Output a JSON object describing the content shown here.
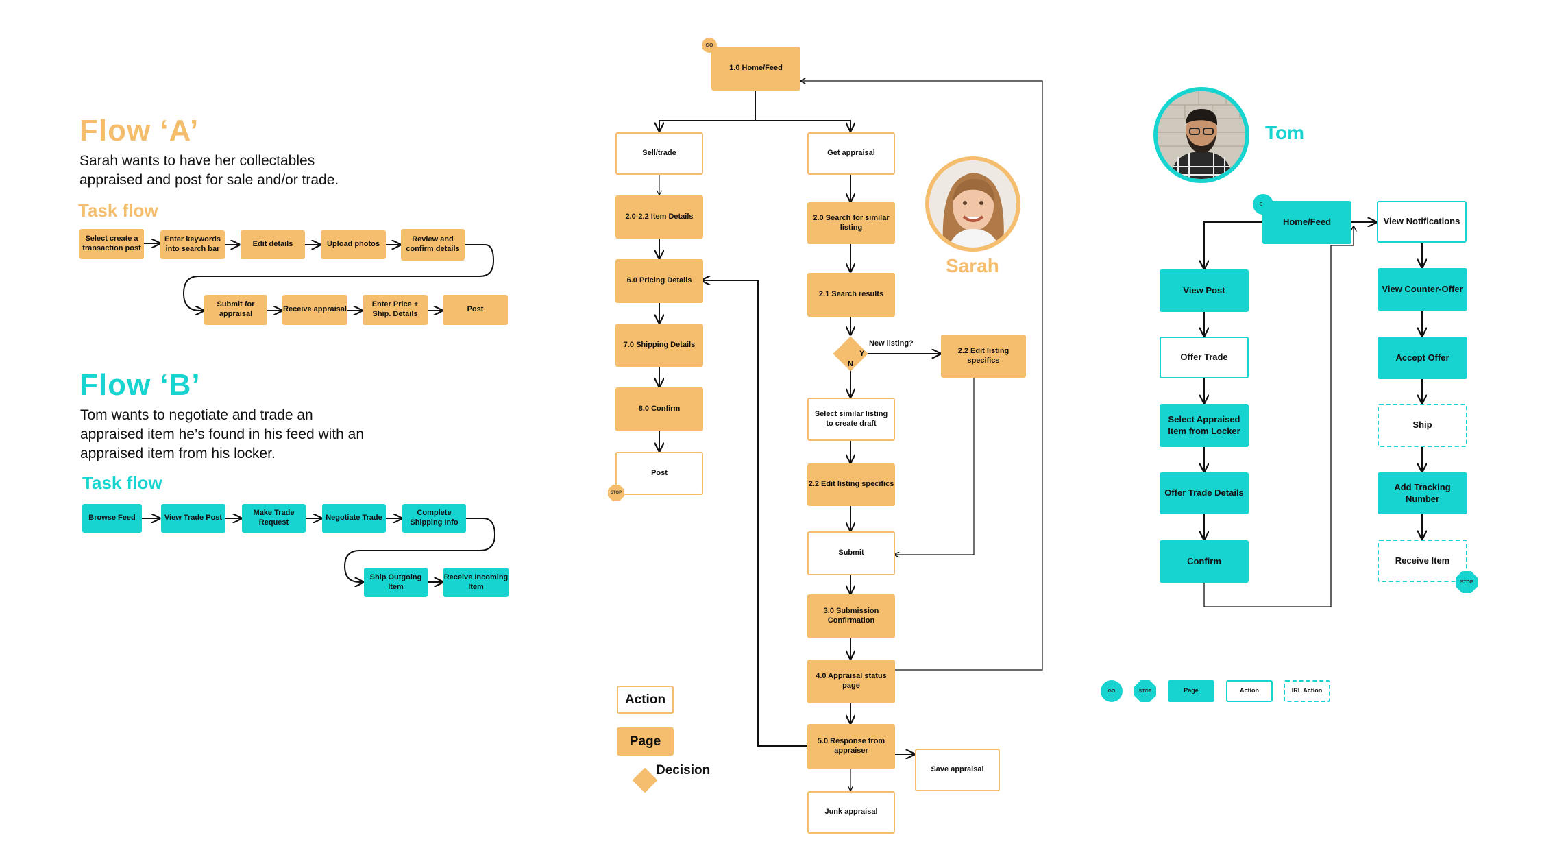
{
  "colors": {
    "orange": "#F5BE6E",
    "teal": "#18D4D0",
    "line": "#111111"
  },
  "flowA": {
    "title": "Flow ‘A’",
    "description": [
      "Sarah wants to have her collectables",
      "appraised and post for sale and/or trade."
    ],
    "taskflow_label": "Task flow",
    "steps": [
      "Select create a transaction post",
      "Enter keywords into search bar",
      "Edit details",
      "Upload photos",
      "Review and confirm details",
      "Submit for appraisal",
      "Receive appraisal",
      "Enter Price + Ship. Details",
      "Post"
    ]
  },
  "flowB": {
    "title": "Flow ‘B’",
    "description": [
      "Tom wants to negotiate and trade an",
      "appraised item he’s found in his feed with an",
      "appraised item from his locker."
    ],
    "taskflow_label": "Task flow",
    "steps": [
      "Browse Feed",
      "View Trade Post",
      "Make Trade Request",
      "Negotiate Trade",
      "Complete Shipping Info",
      "Ship Outgoing Item",
      "Receive Incoming Item"
    ]
  },
  "sarah": {
    "name": "Sarah",
    "go": "GO",
    "stop": "STOP",
    "home": "1.0 Home/Feed",
    "sell": "Sell/trade",
    "item_details": "2.0-2.2 Item Details",
    "pricing": "6.0 Pricing Details",
    "shipping": "7.0 Shipping Details",
    "confirm": "8.0 Confirm",
    "post": "Post",
    "get_appraisal": "Get appraisal",
    "search_similar": "2.0 Search for similar listing",
    "search_results": "2.1 Search results",
    "decision": "New listing?",
    "yes": "Y",
    "no": "N",
    "edit_specifics_right": "2.2 Edit listing specifics",
    "select_similar": "Select similar listing to create draft",
    "edit_specifics": "2.2 Edit listing specifics",
    "submit": "Submit",
    "submission_conf": "3.0 Submission Confirmation",
    "appraisal_status": "4.0 Appraisal status page",
    "response": "5.0 Response from appraiser",
    "save": "Save appraisal",
    "junk": "Junk appraisal"
  },
  "legend_orange": {
    "action": "Action",
    "page": "Page",
    "decision": "Decision"
  },
  "tom": {
    "name": "Tom",
    "go": "GO",
    "stop": "STOP",
    "home": "Home/Feed",
    "view_post": "View Post",
    "offer_trade": "Offer Trade",
    "select_appraised": "Select Appraised Item from Locker",
    "offer_details": "Offer Trade Details",
    "confirm": "Confirm",
    "view_notifications": "View Notifications",
    "view_counter": "View Counter-Offer",
    "accept": "Accept Offer",
    "ship": "Ship",
    "tracking": "Add Tracking Number",
    "receive": "Receive Item"
  },
  "legend_teal": {
    "go": "GO",
    "stop": "STOP",
    "page": "Page",
    "action": "Action",
    "irl": "IRL Action"
  }
}
